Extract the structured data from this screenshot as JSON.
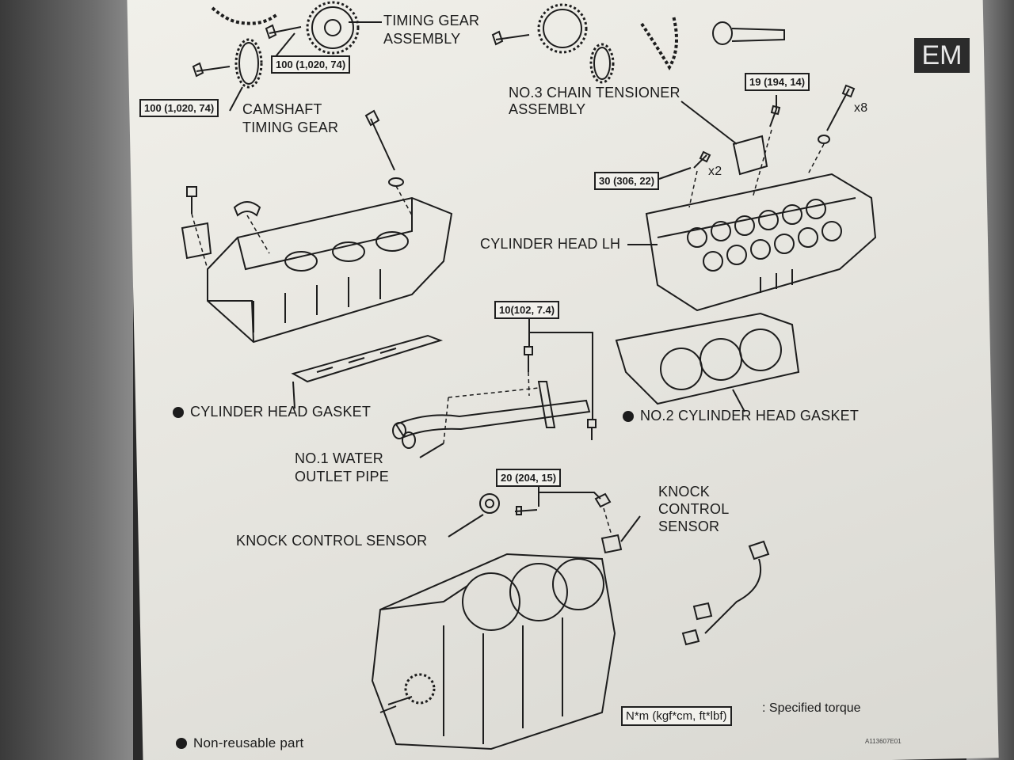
{
  "labels": {
    "timing_gear_line1": "TIMING GEAR",
    "timing_gear_line2": "ASSEMBLY",
    "camshaft_line1": "CAMSHAFT",
    "camshaft_line2": "TIMING GEAR",
    "tensioner_line1": "NO.3 CHAIN TENSIONER",
    "tensioner_line2": "ASSEMBLY",
    "cylinder_head_lh": "CYLINDER HEAD LH",
    "cylinder_head_gasket": "CYLINDER HEAD GASKET",
    "no2_gasket": "NO.2 CYLINDER HEAD GASKET",
    "water_pipe_line1": "NO.1 WATER",
    "water_pipe_line2": "OUTLET PIPE",
    "knock_sensor_left": "KNOCK CONTROL SENSOR",
    "knock_sensor_right_line1": "KNOCK",
    "knock_sensor_right_line2": "CONTROL",
    "knock_sensor_right_line3": "SENSOR",
    "qty_x8": "x8",
    "qty_x2": "x2"
  },
  "torques": {
    "t100_a": "100 (1,020, 74)",
    "t100_b": "100 (1,020, 74)",
    "t19": "19 (194, 14)",
    "t30": "30 (306, 22)",
    "t10": "10(102, 7.4)",
    "t20": "20 (204, 15)"
  },
  "legend": {
    "torque_box": "N*m (kgf*cm, ft*lbf)",
    "torque_text": ": Specified torque",
    "nonreusable": "Non-reusable part"
  },
  "section_tab": "EM",
  "figure_code": "A113607E01"
}
